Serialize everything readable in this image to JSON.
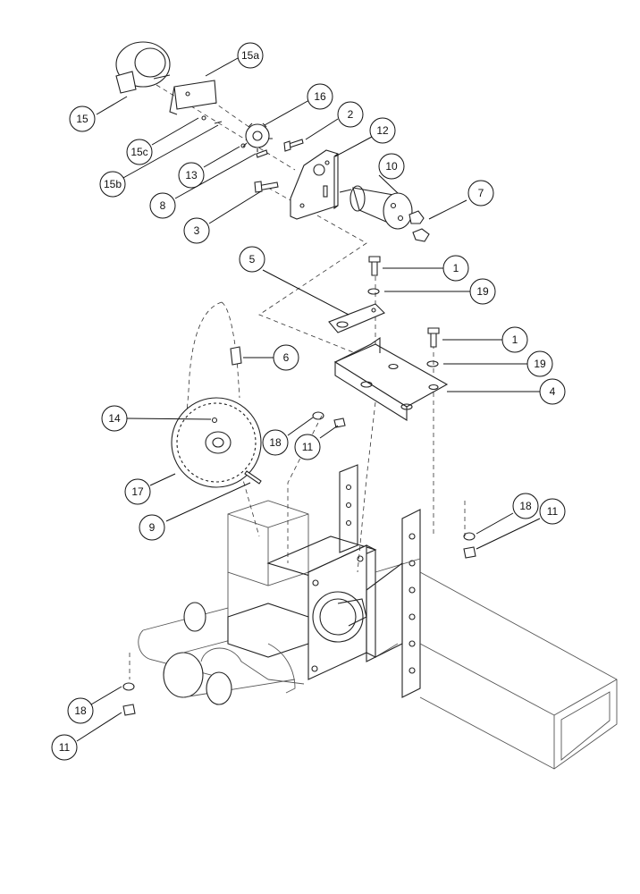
{
  "callouts": [
    {
      "id": "15",
      "label": "15"
    },
    {
      "id": "15a",
      "label": "15a"
    },
    {
      "id": "15b",
      "label": "15b"
    },
    {
      "id": "15c",
      "label": "15c"
    },
    {
      "id": "16",
      "label": "16"
    },
    {
      "id": "13",
      "label": "13"
    },
    {
      "id": "2",
      "label": "2"
    },
    {
      "id": "12",
      "label": "12"
    },
    {
      "id": "8",
      "label": "8"
    },
    {
      "id": "3",
      "label": "3"
    },
    {
      "id": "10",
      "label": "10"
    },
    {
      "id": "7",
      "label": "7"
    },
    {
      "id": "5",
      "label": "5"
    },
    {
      "id": "1a",
      "label": "1"
    },
    {
      "id": "19a",
      "label": "19"
    },
    {
      "id": "6",
      "label": "6"
    },
    {
      "id": "1b",
      "label": "1"
    },
    {
      "id": "19b",
      "label": "19"
    },
    {
      "id": "4",
      "label": "4"
    },
    {
      "id": "14",
      "label": "14"
    },
    {
      "id": "18a",
      "label": "18"
    },
    {
      "id": "11a",
      "label": "11"
    },
    {
      "id": "17",
      "label": "17"
    },
    {
      "id": "9",
      "label": "9"
    },
    {
      "id": "18b",
      "label": "18"
    },
    {
      "id": "11b",
      "label": "11"
    },
    {
      "id": "18c",
      "label": "18"
    },
    {
      "id": "11c",
      "label": "11"
    }
  ]
}
